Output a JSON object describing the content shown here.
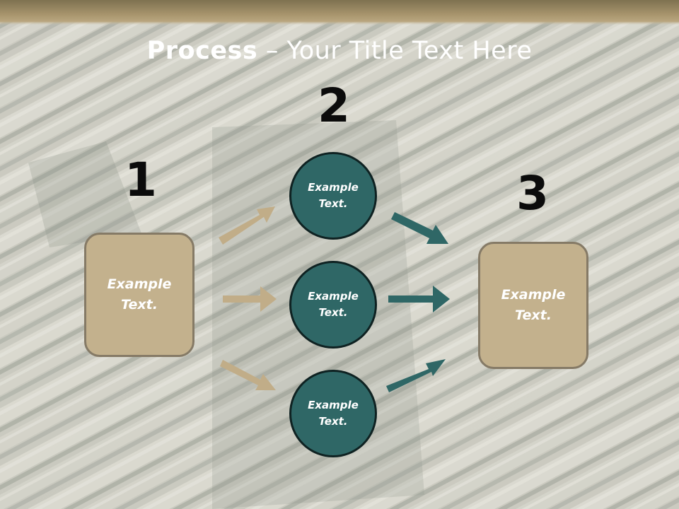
{
  "title": {
    "bold": "Process",
    "rest": " – Your Title Text Here"
  },
  "steps": {
    "left": {
      "number": "1",
      "text": "Example\nText."
    },
    "middle": {
      "number": "2",
      "circles": [
        "Example\nText.",
        "Example\nText.",
        "Example\nText."
      ]
    },
    "right": {
      "number": "3",
      "text": "Example\nText."
    }
  },
  "colors": {
    "header_band": "#8a7a55",
    "box_fill": "#c3b18d",
    "box_border": "#857a66",
    "circle_fill": "#2f6766",
    "circle_border": "#0f2222",
    "tan_arrow": "#c1ad88",
    "teal_arrow": "#2f6766"
  },
  "background": {
    "description_icon": "socket-wrench-set-photo"
  }
}
